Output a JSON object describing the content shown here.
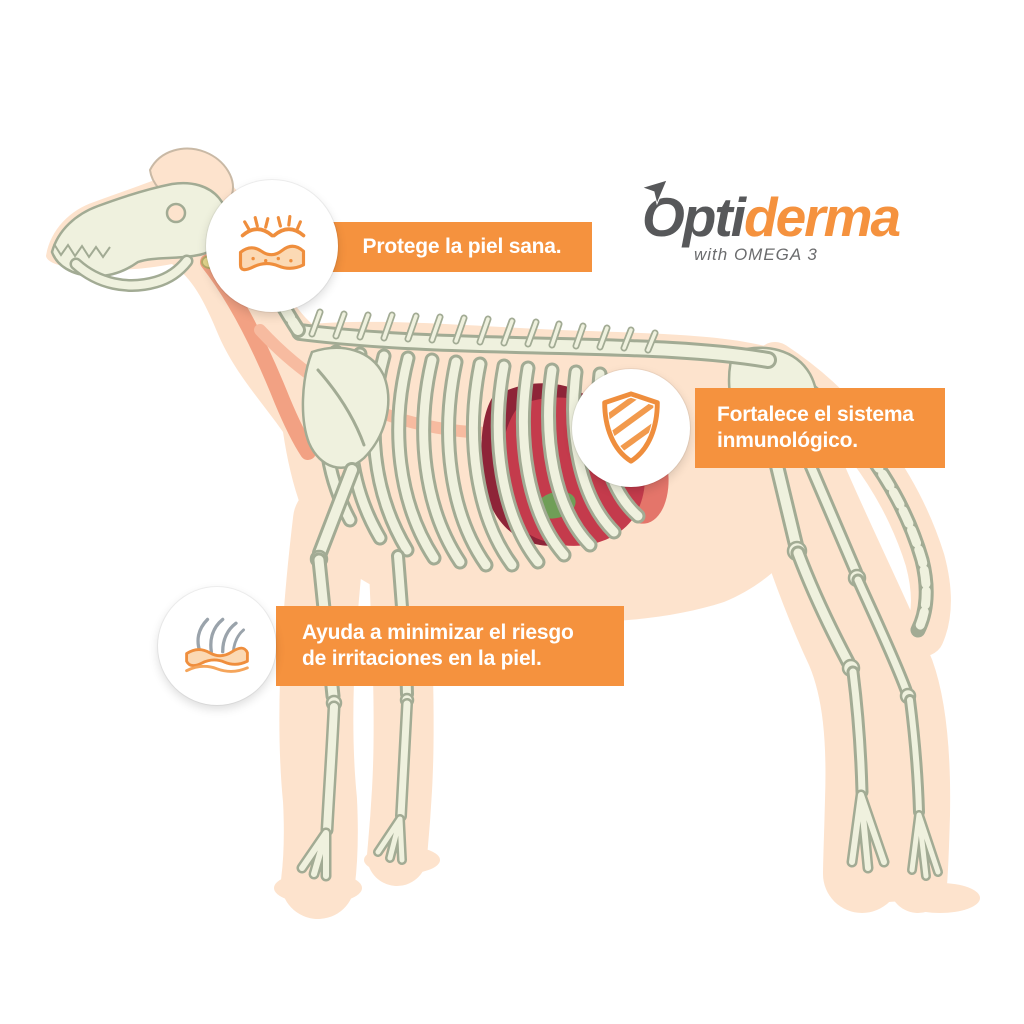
{
  "colors": {
    "accent_orange": "#f5923e",
    "silhouette_peach": "#fde3cd",
    "bone_fill": "#eff1de",
    "bone_outline": "#a2ab94",
    "organ_red": "#c43b4c",
    "organ_dark_red": "#8e2438",
    "organ_salmon": "#e4756a",
    "organ_green": "#6f9e57",
    "muscle_salmon": "#f2a183",
    "logo_gray": "#57585a",
    "tagline_gray": "#6b6c6e",
    "text_white": "#ffffff"
  },
  "logo": {
    "brand_part1": "Opti",
    "brand_part2": "derma",
    "tagline": "with OMEGA 3",
    "arrow_icon": "arrow-up-right-icon"
  },
  "illustration": {
    "name": "dog-skeleton-side-view"
  },
  "callouts": [
    {
      "id": "protect-skin",
      "icon": "skin-layer-icon",
      "lines": [
        "Protege la piel sana."
      ]
    },
    {
      "id": "immune-system",
      "icon": "shield-icon",
      "lines": [
        "Fortalece el sistema",
        "inmunológico."
      ]
    },
    {
      "id": "reduce-irritation",
      "icon": "hair-follicle-icon",
      "lines": [
        "Ayuda a minimizar el riesgo",
        "de irritaciones en la piel."
      ]
    }
  ]
}
